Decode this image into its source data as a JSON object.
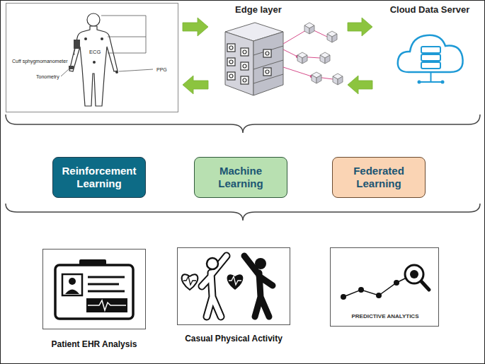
{
  "diagram": {
    "nodes": [
      {
        "text": [
          "Cuff sphygmomanometer",
          "Tonometry",
          "ECG",
          "PPG"
        ]
      },
      {
        "text": [
          "Edge layer"
        ]
      },
      {
        "text": [
          "Cloud Data Server"
        ]
      },
      {
        "text": [
          "Reinforcement Learning"
        ]
      },
      {
        "text": [
          "Machine Learning"
        ]
      },
      {
        "text": [
          "Federated Learning"
        ]
      },
      {
        "text": [
          "Patient EHR Analysis"
        ]
      },
      {
        "text": [
          "Casual Physical Activity"
        ]
      },
      {
        "text": [
          "PREDICTIVE ANALYTICS"
        ]
      }
    ],
    "edges": [
      {
        "from": 0,
        "to": 1,
        "arrow": "to"
      },
      {
        "from": 1,
        "to": 0,
        "arrow": "to"
      },
      {
        "from": 1,
        "to": 2,
        "arrow": "to"
      },
      {
        "from": 2,
        "to": 1,
        "arrow": "to"
      }
    ]
  }
}
